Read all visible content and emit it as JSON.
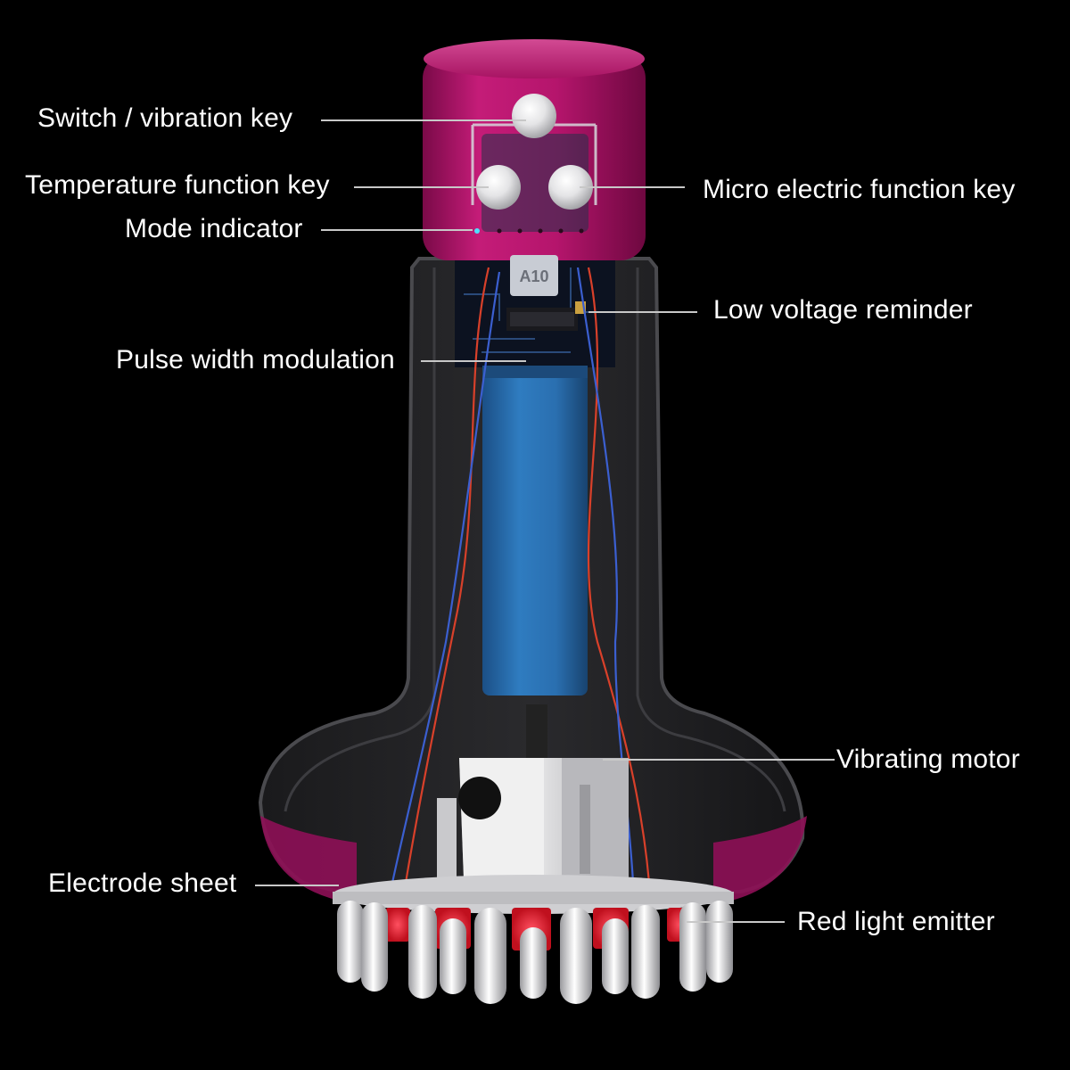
{
  "labels": {
    "switch_vibration_key": "Switch / vibration key",
    "temperature_function_key": "Temperature function key",
    "mode_indicator": "Mode indicator",
    "micro_electric_function_key": "Micro electric function key",
    "low_voltage_reminder": "Low voltage reminder",
    "pulse_width_modulation": "Pulse width modulation",
    "vibrating_motor": "Vibrating motor",
    "electrode_sheet": "Electrode sheet",
    "red_light_emitter": "Red light emitter"
  },
  "chip_marking": "A10",
  "colors": {
    "background": "#000000",
    "cap": "#b8166e",
    "battery": "#2a6fb0",
    "shell": "#3a3a3c",
    "wire_red": "#d8402a",
    "wire_blue": "#3b5fd0",
    "led_red": "#ff2a3a",
    "metal": "#d9d9d9",
    "text": "#ffffff",
    "leader": "#c8c8c8"
  }
}
